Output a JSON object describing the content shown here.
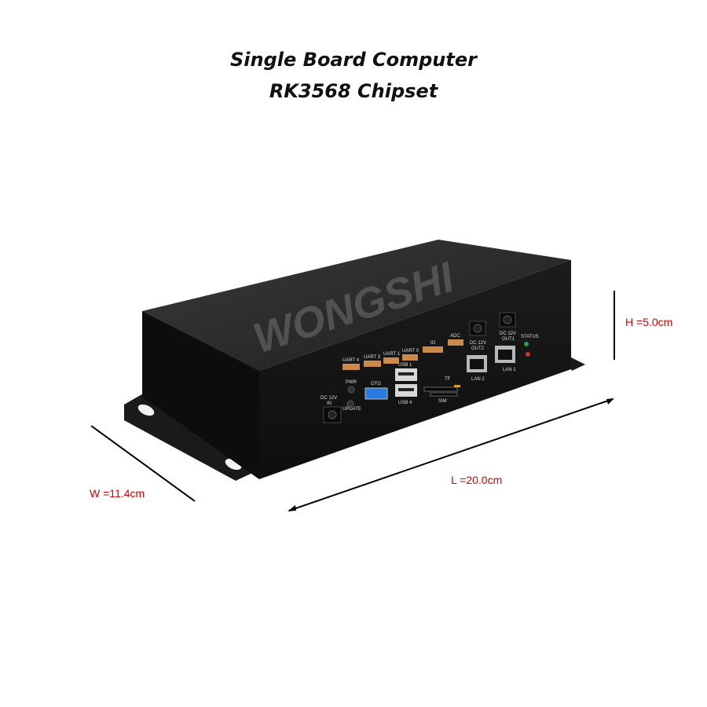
{
  "title": {
    "line1": "Single Board Computer",
    "line2": "RK3568 Chipset"
  },
  "watermark": "WONGSHI",
  "dimensions": {
    "height": "H =5.0cm",
    "length": "L =20.0cm",
    "width": "W =11.4cm"
  },
  "port_labels": {
    "uart4": "UART 4",
    "uart3": "UART 3",
    "uart1": "UART 1",
    "uart0": "UART 0",
    "io": "IO",
    "adc": "ADC",
    "usb1": "USB 1",
    "usb4": "USB 4",
    "otg": "OTG",
    "pwr": "PWR",
    "update": "UPDATE",
    "dc_in_1": "DC 12V",
    "dc_in_2": "IN",
    "tf": "TF",
    "sim": "SIM",
    "lan2": "LAN 2",
    "lan1": "LAN 1",
    "dc_out2_1": "DC 12V",
    "dc_out2_2": "OUT2",
    "dc_out1_1": "DC 12V",
    "dc_out1_2": "OUT1",
    "status": "STATUS"
  },
  "colors": {
    "case_front": "#161616",
    "case_top": "#2a2a2a",
    "otg_port": "#2a7be0",
    "status_led_green": "#2ea043",
    "status_led_red": "#c0392b",
    "dimension_text": "#d40000"
  }
}
